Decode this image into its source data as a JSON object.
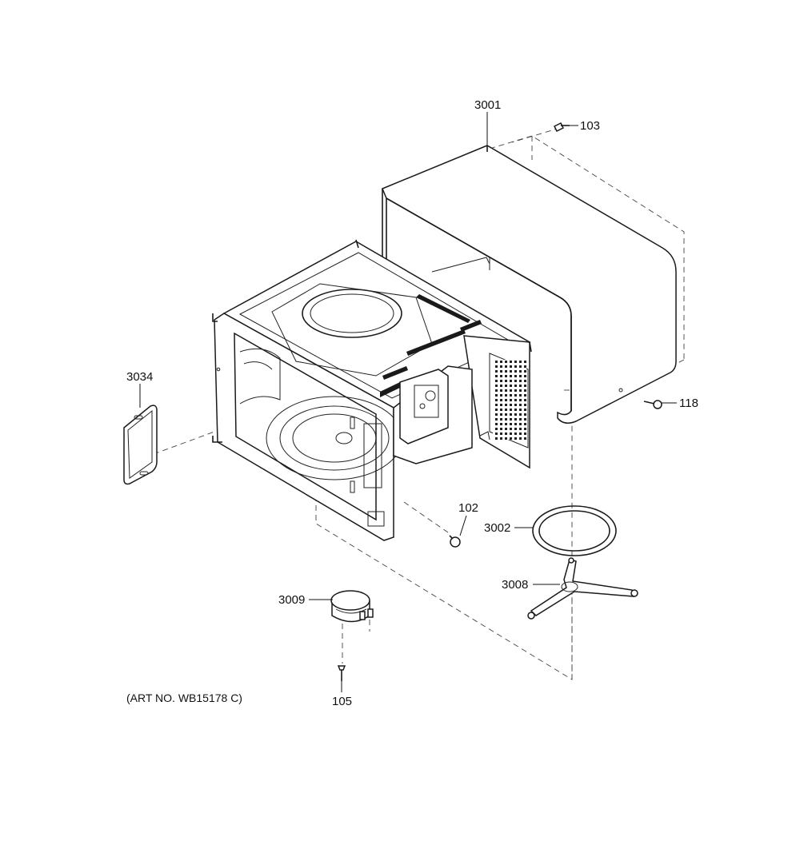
{
  "callouts": {
    "c3001": "3001",
    "c103": "103",
    "c118": "118",
    "c3034": "3034",
    "c102": "102",
    "c3002": "3002",
    "c3008": "3008",
    "c3009": "3009",
    "c105": "105"
  },
  "art_number": "(ART NO. WB15178 C)"
}
